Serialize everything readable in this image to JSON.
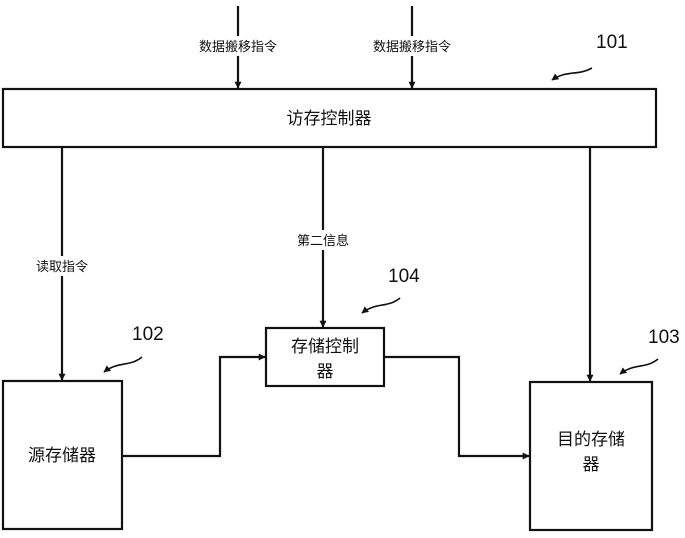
{
  "diagram": {
    "inputs": [
      {
        "label": "数据搬移指令"
      },
      {
        "label": "数据搬移指令"
      }
    ],
    "access_controller": {
      "label": "访存控制器",
      "ref": "101"
    },
    "source_memory": {
      "label": "源存储器",
      "ref": "102"
    },
    "target_memory": {
      "label_line1": "目的存储",
      "label_line2": "器",
      "ref": "103"
    },
    "storage_controller": {
      "label_line1": "存储控制",
      "label_line2": "器",
      "ref": "104"
    },
    "edges": {
      "read_instruction": "读取指令",
      "second_info": "第二信息"
    }
  }
}
